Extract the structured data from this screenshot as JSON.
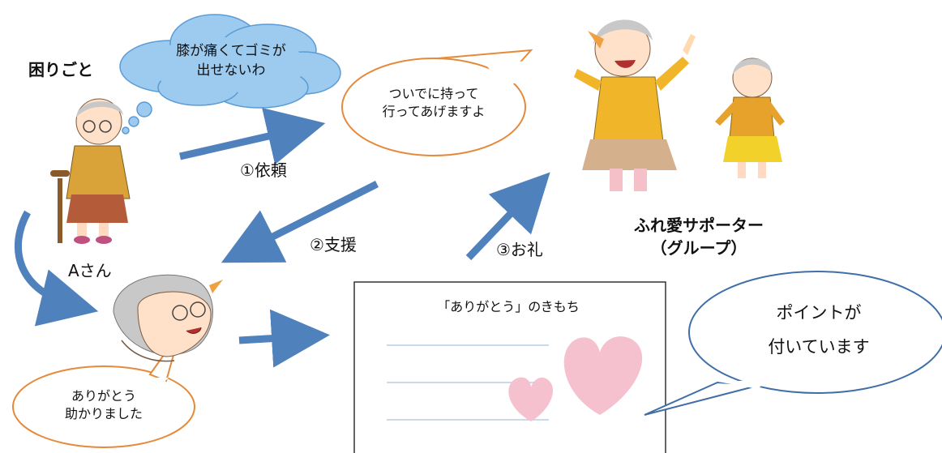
{
  "trouble_label": "困りごと",
  "thought_bubble": {
    "line1": "膝が痛くてゴミが",
    "line2": "出せないわ"
  },
  "supporter_speech": {
    "line1": "ついでに持って",
    "line2": "行ってあげますよ"
  },
  "supporter_label": {
    "line1": "ふれ愛サポーター",
    "line2": "（グループ）"
  },
  "person_a_label": "Aさん",
  "steps": {
    "request": "①依頼",
    "support": "②支援",
    "thanks": "③お礼"
  },
  "person_a_speech": {
    "line1": "ありがとう",
    "line2": "助かりました"
  },
  "card_title": "「ありがとう」のきもち",
  "points_bubble": {
    "line1": "ポイントが",
    "line2": "付いています"
  },
  "colors": {
    "arrow": "#4f81bd",
    "cloud": "#9ccbef",
    "speech_border": "#e58a3a",
    "heart": "#f6c1cf"
  },
  "icons": [
    "elderly-woman-with-cane-illustration",
    "elderly-woman-bowing-illustration",
    "cheerful-supporter-women-illustration",
    "heart-icon"
  ]
}
